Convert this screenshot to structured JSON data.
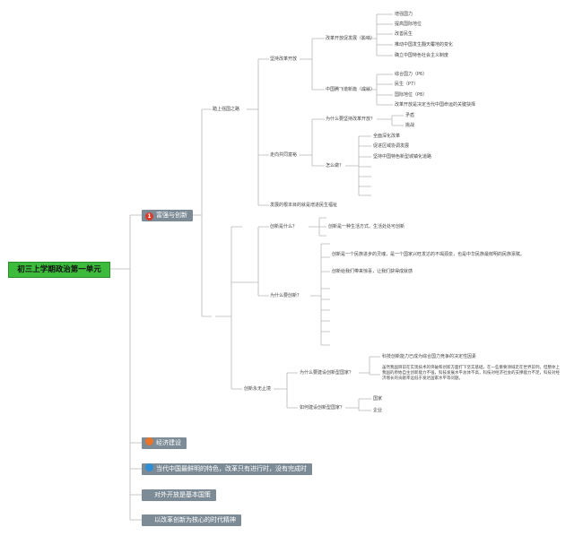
{
  "root": "初三上学期政治第一单元",
  "branches": [
    {
      "label": "富强与创新",
      "icon": "number-one-icon",
      "icon_color": "#d83a2a"
    },
    {
      "label": "经济建设",
      "icon": "orange-circle-icon",
      "icon_color": "#e8742a"
    },
    {
      "label": "当代中国最鲜明的特色，改革只有进行时，没有完成时",
      "icon": "blue-circle-icon",
      "icon_color": "#2e8fd6"
    },
    {
      "label": "对外开放是基本国策",
      "icon": "",
      "icon_color": ""
    },
    {
      "label": "以改革创新为核心的时代精神",
      "icon": "",
      "icon_color": ""
    }
  ],
  "n1": "踏上强国之路",
  "n1a": "坚持改革开放",
  "n1a1": "改革开放促发展（影响）",
  "n1a1_items": [
    "增强国力",
    "提高国际地位",
    "改善民生",
    "推动中国发生翻天覆地的变化",
    "确立中国特色社会主义制度"
  ],
  "n1a2": "中国腾飞谱新篇（成就）",
  "n1a2_items": [
    "综合国力（P6）",
    "民生（P7）",
    "国际地位（P8）",
    "改革开放是决定当代中国命运的关键抉择"
  ],
  "n1b": "走向共同富裕",
  "n1b1": "为什么要坚持改革开放？",
  "n1b1_items": [
    "矛盾",
    "挑战"
  ],
  "n1b2": "怎么做？",
  "n1b2_items": [
    "全面深化改革",
    "促进区域协调发展",
    "坚持中国特色新型城镇化道路"
  ],
  "n1c": "发展的根本目的就是增进民生福祉",
  "n2": "",
  "n2a": "创新是什么？",
  "n2a_items": [
    "",
    "创新是一种生活方式、生活处处可创新",
    ""
  ],
  "n2b": "为什么要创新？",
  "n2b_items": [
    "",
    "创新是一个民族进步的灵魂，是一个国家兴旺发达的不竭源泉，也是中华民族最鲜明的民族禀赋。",
    "创新给我们带来惊喜，让我们获得成就感"
  ],
  "n2c": "创新永无止境",
  "n2c1": "为什么要建设创新型国家？",
  "n2c1_items": [
    "科技创新能力已成为综合国力竞争的决定性因素",
    "虽然我国目前在实现技术的突破和创新方面打下坚实基础，在一些重要领域走在世界前列，但整体上我国的原始自主创新能力不强，科技发展水平总体不高，科技对经济社会的支撑能力不足，科技对经济增长的贡献率远低于发达国家水平等问题。"
  ],
  "n2c2": "如何建设创新型国家？",
  "n2c2_items": [
    "国家",
    "企业"
  ]
}
